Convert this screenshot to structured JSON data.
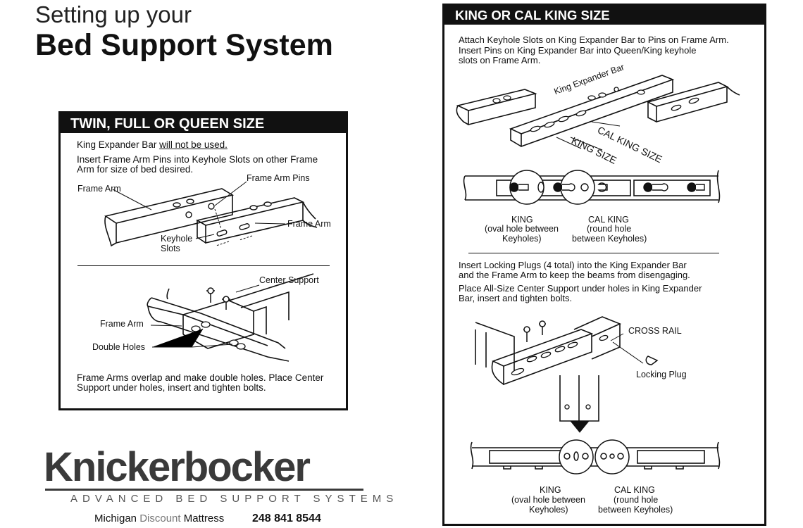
{
  "title": {
    "line1": "Setting up your",
    "line2": "Bed Support System"
  },
  "twin_panel": {
    "heading": "TWIN, FULL OR QUEEN SIZE",
    "note_prefix": "King Expander Bar ",
    "note_underlined": "will not be used.",
    "instruction_line1": "Insert Frame Arm Pins into Keyhole Slots on other Frame",
    "instruction_line2": "Arm for size of bed desired.",
    "labels": {
      "frame_arm_left": "Frame Arm",
      "frame_arm_pins": "Frame Arm Pins",
      "frame_arm_right": "Frame Arm",
      "keyhole": "Keyhole",
      "slots": "Slots",
      "center_support": "Center Support",
      "frame_arm_lower": "Frame Arm",
      "double_holes": "Double Holes"
    },
    "footer_line1": "Frame Arms overlap and make double holes. Place Center",
    "footer_line2": "Support under holes, insert and tighten bolts."
  },
  "king_panel": {
    "heading": "KING OR CAL KING SIZE",
    "step1_line1": "Attach Keyhole Slots on King Expander Bar to Pins on Frame  Arm.",
    "step1_line2": "Insert Pins on King Expander Bar into Queen/King keyhole",
    "step1_line3": "slots on Frame Arm.",
    "labels": {
      "king_expander_bar": "King Expander Bar",
      "cal_king_size": "CAL KING SIZE",
      "king_size": "KING SIZE",
      "king1": "KING",
      "king1_d1": "(oval hole between",
      "king1_d2": "Keyholes)",
      "calking1": "CAL KING",
      "calking1_d1": "(round hole",
      "calking1_d2": "between Keyholes)",
      "cross_rail": "CROSS RAIL",
      "locking_plug": "Locking Plug",
      "king2": "KING",
      "king2_d1": "(oval hole between",
      "king2_d2": "Keyholes)",
      "calking2": "CAL KING",
      "calking2_d1": "(round hole",
      "calking2_d2": "between Keyholes)"
    },
    "step2_line1": "Insert Locking Plugs (4 total) into the King Expander Bar",
    "step2_line2": "and the Frame Arm  to keep the beams from disengaging.",
    "step3_line1": "Place All-Size Center Support under holes in King Expander",
    "step3_line2": "Bar, insert and tighten bolts."
  },
  "brand": {
    "logo": "Knickerbocker",
    "tagline": "ADVANCED BED SUPPORT SYSTEMS",
    "store_part1": "Michigan ",
    "store_part2": "Discount",
    "store_part3": " Mattress",
    "phone": "248 841 8544"
  }
}
